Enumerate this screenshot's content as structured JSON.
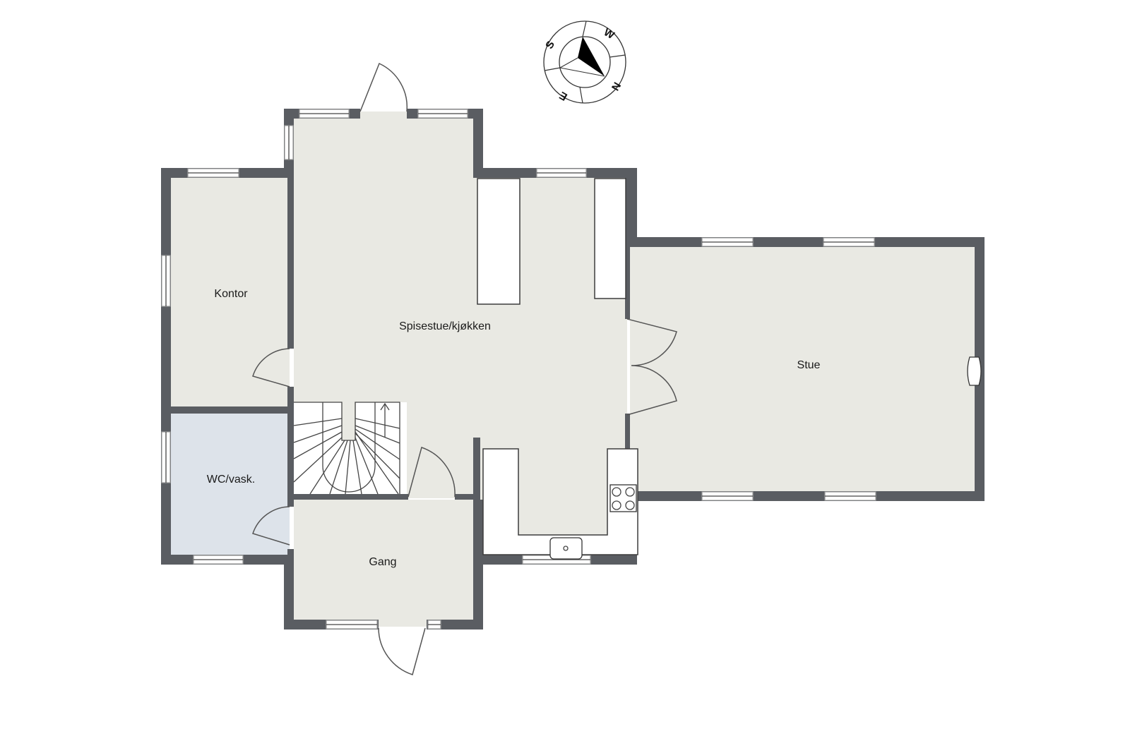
{
  "floorplan": {
    "rooms": [
      {
        "id": "kontor",
        "label": "Kontor"
      },
      {
        "id": "spisestue",
        "label": "Spisestue/kjøkken"
      },
      {
        "id": "stue",
        "label": "Stue"
      },
      {
        "id": "wc",
        "label": "WC/vask."
      },
      {
        "id": "gang",
        "label": "Gang"
      }
    ],
    "compass": {
      "letters": [
        "S",
        "W",
        "N",
        "E"
      ],
      "icon": "compass-rose-icon"
    },
    "colors": {
      "wall": "#5a5d62",
      "floor": "#e9e9e3",
      "wc_floor": "#dde3ea",
      "fixture": "#ffffff"
    }
  }
}
